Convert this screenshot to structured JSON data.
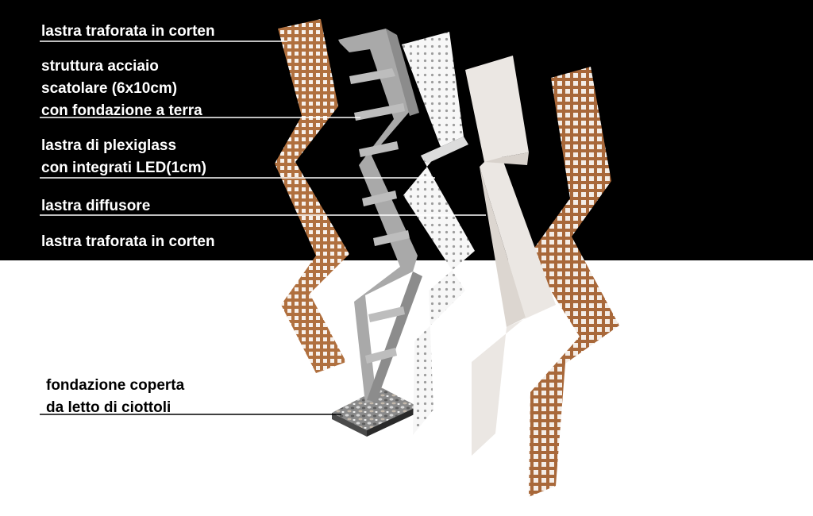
{
  "colors": {
    "background_top": "#000000",
    "background_bottom": "#ffffff",
    "corten": "#b0703f",
    "corten_hole": "#ffffff",
    "steel": "#a9a9a9",
    "plexiglass": "#f7f7f7",
    "diffuser": "#ebe7e3",
    "label_light": "#ffffff",
    "label_dark": "#000000"
  },
  "labels": {
    "corten_front": "lastra traforata in corten",
    "steel_frame": {
      "line1": "struttura acciaio",
      "line2": "scatolare (6x10cm)",
      "line3": "con fondazione a terra"
    },
    "plexiglass": {
      "line1": "lastra di plexiglass",
      "line2": "con integrati LED(1cm)"
    },
    "diffuser": "lastra diffusore",
    "corten_back": "lastra traforata in corten",
    "foundation": {
      "line1": "fondazione coperta",
      "line2": "da letto di ciottoli"
    }
  }
}
